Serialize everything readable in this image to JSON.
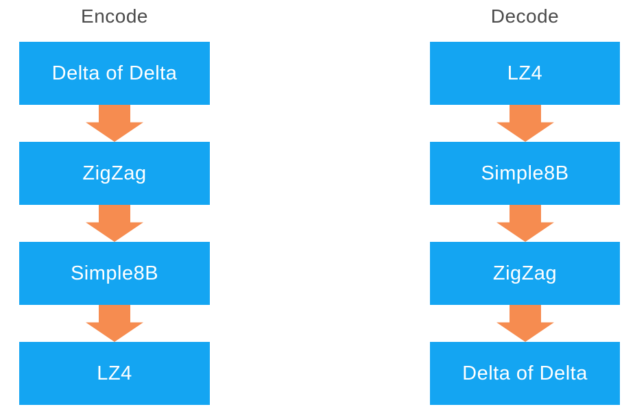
{
  "diagram": {
    "columns": [
      {
        "title": "Encode",
        "steps": [
          "Delta of Delta",
          "ZigZag",
          "Simple8B",
          "LZ4"
        ]
      },
      {
        "title": "Decode",
        "steps": [
          "LZ4",
          "Simple8B",
          "ZigZag",
          "Delta of Delta"
        ]
      }
    ]
  },
  "colors": {
    "box_blue": "#14a5f2",
    "arrow_orange": "#f68c50",
    "title_gray": "#4a4a4a",
    "box_text": "#ffffff",
    "background": "#ffffff"
  }
}
